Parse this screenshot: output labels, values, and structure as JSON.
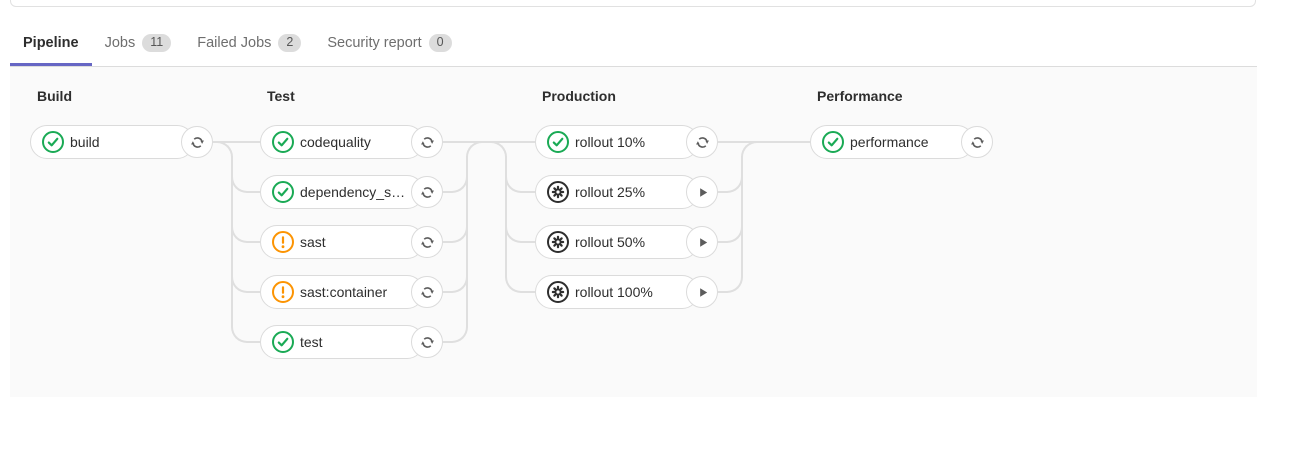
{
  "tabs": {
    "active_color": "#6666c4",
    "items": [
      {
        "label": "Pipeline",
        "active": true
      },
      {
        "label": "Jobs",
        "badge": "11"
      },
      {
        "label": "Failed Jobs",
        "badge": "2"
      },
      {
        "label": "Security report",
        "badge": "0"
      }
    ]
  },
  "pipeline": {
    "colors": {
      "success": "#1aaa55",
      "warning": "#fc9403",
      "manual": "#2e2e2e",
      "connector": "#dfdfdf",
      "action_icon": "#5c5c5c"
    },
    "stages": [
      {
        "name": "Build",
        "jobs": [
          {
            "label": "build",
            "status": "success",
            "action": "retry"
          }
        ]
      },
      {
        "name": "Test",
        "jobs": [
          {
            "label": "codequality",
            "status": "success",
            "action": "retry"
          },
          {
            "label": "dependency_s…",
            "status": "success",
            "action": "retry"
          },
          {
            "label": "sast",
            "status": "warning",
            "action": "retry"
          },
          {
            "label": "sast:container",
            "status": "warning",
            "action": "retry"
          },
          {
            "label": "test",
            "status": "success",
            "action": "retry"
          }
        ]
      },
      {
        "name": "Production",
        "jobs": [
          {
            "label": "rollout 10%",
            "status": "success",
            "action": "retry"
          },
          {
            "label": "rollout 25%",
            "status": "manual",
            "action": "play"
          },
          {
            "label": "rollout 50%",
            "status": "manual",
            "action": "play"
          },
          {
            "label": "rollout 100%",
            "status": "manual",
            "action": "play"
          }
        ]
      },
      {
        "name": "Performance",
        "jobs": [
          {
            "label": "performance",
            "status": "success",
            "action": "retry"
          }
        ]
      }
    ]
  }
}
